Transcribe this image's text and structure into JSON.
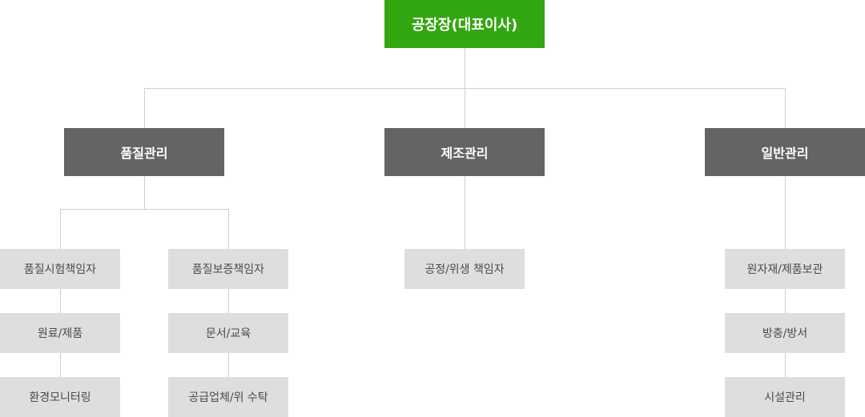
{
  "chart": {
    "top": "공장장(대표이사)",
    "departments": {
      "quality": "품질관리",
      "manufacturing": "제조관리",
      "general": "일반관리"
    },
    "quality_test": {
      "head": "품질시험책임자",
      "items": [
        "원료/제품",
        "환경모니터링"
      ]
    },
    "quality_assurance": {
      "head": "품질보증책임자",
      "items": [
        "문서/교육",
        "공급업체/위 수탁"
      ]
    },
    "manufacturing_unit": {
      "head": "공정/위생 책임자"
    },
    "general_unit": {
      "head": "원자재/제품보관",
      "items": [
        "방충/방서",
        "시설관리"
      ]
    }
  },
  "colors": {
    "top": "#33a70f",
    "department": "#646464",
    "leaf": "#dedede",
    "connector": "#cfcfcf"
  }
}
